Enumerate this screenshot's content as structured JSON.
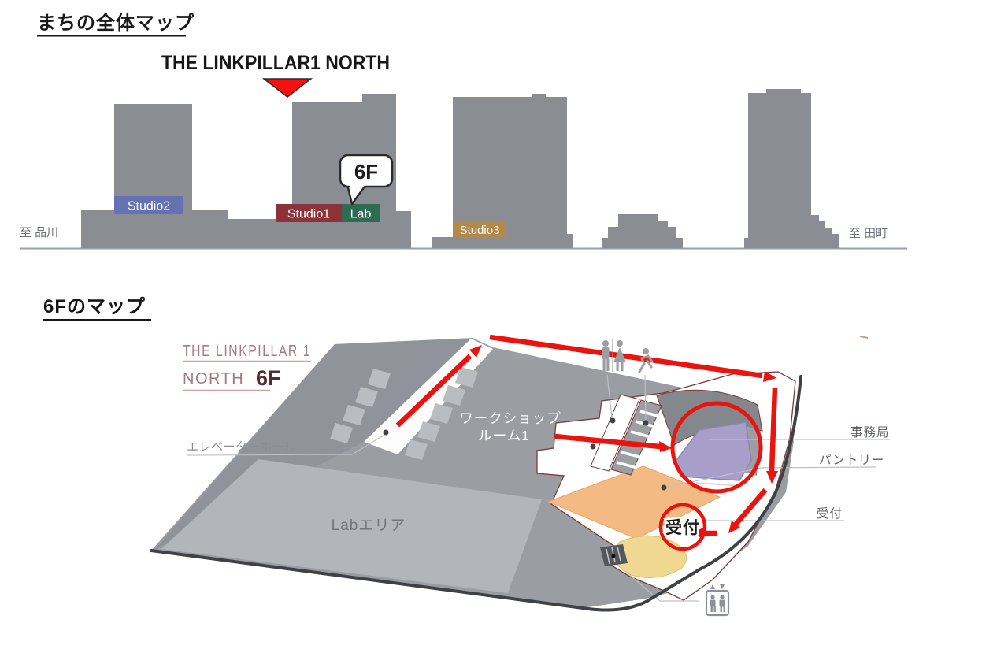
{
  "overview": {
    "title": "まちの全体マップ",
    "building_callout": "THE LINKPILLAR1 NORTH",
    "floor_bubble": "6F",
    "station_left": "至 品川",
    "station_right": "至 田町",
    "building_labels": {
      "studio2": "Studio2",
      "studio1": "Studio1",
      "lab": "Lab",
      "studio3": "Studio3"
    }
  },
  "floor": {
    "title": "6Fのマップ",
    "name_line1": "THE LINKPILLAR 1",
    "name_line2_word": "NORTH",
    "name_line2_floor": "6F",
    "elevator_hall": "エレベーターホール",
    "workshop_line1": "ワークショップ",
    "workshop_line2": "ルーム1",
    "lab_area": "Labエリア",
    "office": "事務局",
    "pantry": "パントリー",
    "reception_label": "受付",
    "reception_marker": "受付"
  },
  "colors": {
    "route_red": "#ea130d",
    "silhouette_gray": "#8a8e93",
    "slab_gray": "#9a9ea3",
    "lab_area_gray": "#b2b5b9",
    "outline_dark": "#3e4246",
    "room_outline_red": "#7b3a3a",
    "workshop_purple": "#a79fc9",
    "lounge_orange": "#f4ba83",
    "reception_yellow": "#f0d893",
    "studio2_blue": "#6472b4",
    "studio1_red": "#8c3339",
    "lab_green": "#2f6a52",
    "studio3_tan": "#b3894a",
    "map_title_red": "#a8797c",
    "map_floor_dark_red": "#5a2b31"
  }
}
